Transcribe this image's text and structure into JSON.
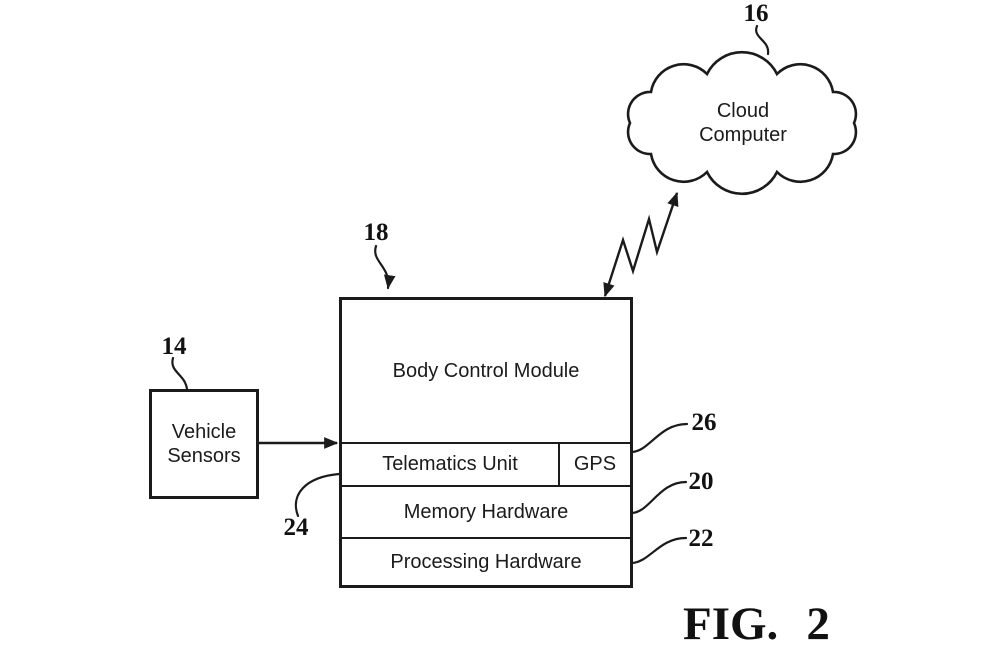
{
  "figure": {
    "label": "FIG.",
    "number": "2"
  },
  "cloud": {
    "line1": "Cloud",
    "line2": "Computer",
    "ref": "16"
  },
  "vehicle_sensors": {
    "line1": "Vehicle",
    "line2": "Sensors",
    "ref": "14"
  },
  "body_control_module": {
    "title": "Body Control Module",
    "ref": "18",
    "telematics_unit": {
      "label": "Telematics Unit",
      "ref": "24"
    },
    "gps": {
      "label": "GPS",
      "ref": "26"
    },
    "memory_hardware": {
      "label": "Memory Hardware",
      "ref": "20"
    },
    "processing_hardware": {
      "label": "Processing Hardware",
      "ref": "22"
    }
  },
  "colors": {
    "line": "#1b1b1b",
    "background": "#ffffff"
  }
}
